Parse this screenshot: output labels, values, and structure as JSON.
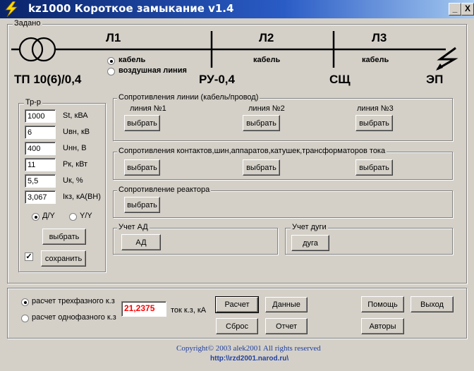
{
  "window": {
    "title": "kz1000 Короткое замыкание v1.4",
    "min_label": "_",
    "close_label": "X"
  },
  "scheme": {
    "group_label": "Задано",
    "lines": [
      "Л1",
      "Л2",
      "Л3"
    ],
    "line_types": [
      "кабель",
      "кабель"
    ],
    "l1_options": {
      "cable": "кабель",
      "overhead": "воздушная линия"
    },
    "nodes": {
      "tp": "ТП 10(6)/0,4",
      "ru": "РУ-0,4",
      "sc": "СЩ",
      "ep": "ЭП"
    }
  },
  "transformer": {
    "group_label": "Тр-р",
    "fields": [
      {
        "value": "1000",
        "label": "St, кВА"
      },
      {
        "value": "6",
        "label": "Uвн, кВ"
      },
      {
        "value": "400",
        "label": "Uнн, В"
      },
      {
        "value": "11",
        "label": "Рк, кВт"
      },
      {
        "value": "5,5",
        "label": "Uк, %"
      },
      {
        "value": "3,067",
        "label": "Iкз, кА(ВН)"
      }
    ],
    "connection": {
      "dy": "Д/Y",
      "yy": "Y/Y"
    },
    "select_label": "выбрать",
    "save_label": "сохранить",
    "save_checked": "✓"
  },
  "line_resistance": {
    "group_label": "Сопротивления линии (кабель/провод)",
    "columns": [
      "линия №1",
      "линия №2",
      "линия №3"
    ],
    "button": "выбрать"
  },
  "contact_resistance": {
    "group_label": "Сопротивления контактов,шин,аппаратов,катушек,трансформаторов тока",
    "button": "выбрать"
  },
  "reactor": {
    "group_label": "Сопротивление реактора",
    "button": "выбрать"
  },
  "ad": {
    "group_label": "Учет АД",
    "button": "АД"
  },
  "arc": {
    "group_label": "Учет дуги",
    "button": "дуга"
  },
  "calc": {
    "three_phase": "расчет трехфазного к.з",
    "single_phase": "расчет однофазного к.з",
    "result": "21,2375",
    "result_label": "ток к.з, кА",
    "calc_btn": "Расчет",
    "data_btn": "Данные",
    "reset_btn": "Сброс",
    "report_btn": "Отчет",
    "help_btn": "Помощь",
    "exit_btn": "Выход",
    "authors_btn": "Авторы"
  },
  "footer": {
    "copyright": "Copyright© 2003 alek2001 All rights reserved",
    "url": "http:\\\\rzd2001.narod.ru\\"
  },
  "colors": {
    "titlebar": "#0a246a",
    "result": "#ff0000",
    "link": "#2040a0"
  }
}
